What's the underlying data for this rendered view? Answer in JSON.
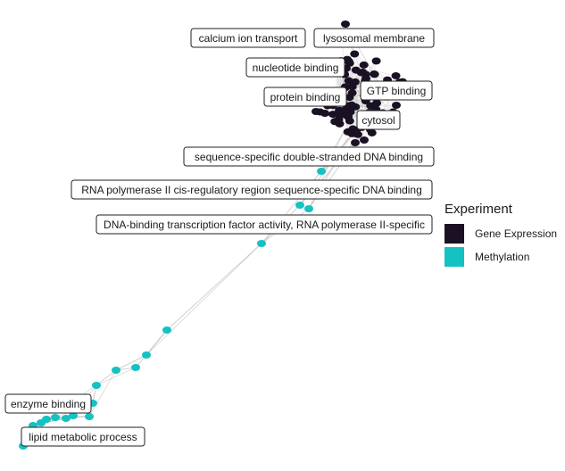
{
  "legend": {
    "title": "Experiment",
    "items": [
      {
        "label": "Gene Expression",
        "color": "#1b1124"
      },
      {
        "label": "Methylation",
        "color": "#14c2c2"
      }
    ]
  },
  "colors": {
    "gene_expression": "#1b1124",
    "methylation": "#14c2c2",
    "edge": "#bdbdbd"
  },
  "labels": [
    "calcium ion transport",
    "lysosomal membrane",
    "nucleotide binding",
    "protein binding",
    "GTP binding",
    "cytosol",
    "sequence-specific double-stranded DNA binding",
    "RNA polymerase II cis-regulatory region sequence-specific DNA binding",
    "DNA-binding transcription factor activity, RNA polymerase II-specific",
    "enzyme binding",
    "lipid metabolic process"
  ]
}
